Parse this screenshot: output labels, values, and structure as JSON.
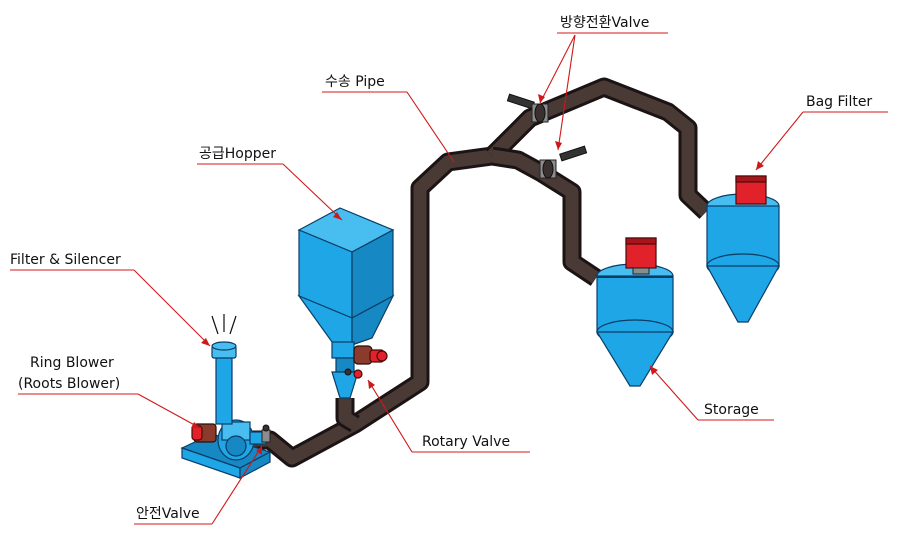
{
  "labels": {
    "divert_valve": "방향전환Valve",
    "transport_pipe": "수송 Pipe",
    "bag_filter": "Bag Filter",
    "supply_hopper": "공급Hopper",
    "filter_silencer": "Filter & Silencer",
    "ring_blower": "Ring Blower",
    "roots_blower": "(Roots Blower)",
    "storage": "Storage",
    "rotary_valve": "Rotary Valve",
    "safety_valve": "안전Valve"
  },
  "colors": {
    "equipment": "#1fa6e6",
    "pipe": "#2a1e1c",
    "leader_line": "#d01818",
    "motor": "#e2222a"
  }
}
